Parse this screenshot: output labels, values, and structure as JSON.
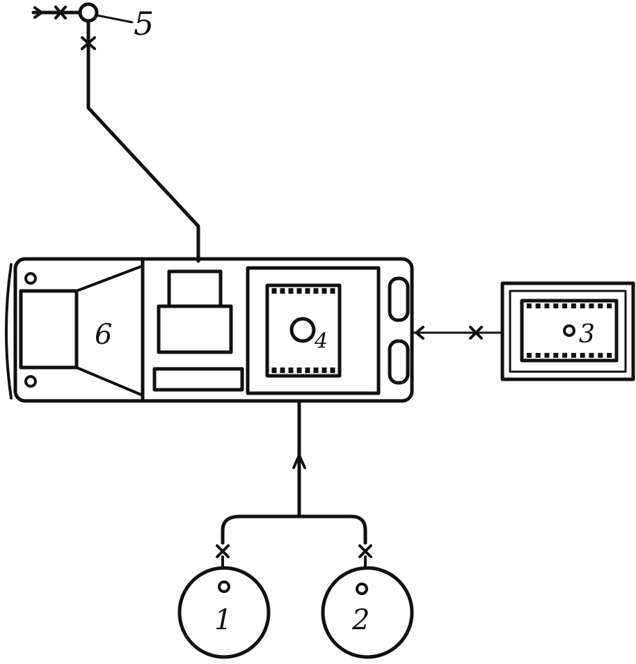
{
  "labels": {
    "c1": "1",
    "c2": "2",
    "c3": "3",
    "c4": "4",
    "c5": "5",
    "c6": "6"
  },
  "colors": {
    "ink": "#111111",
    "paper": "#ffffff"
  }
}
